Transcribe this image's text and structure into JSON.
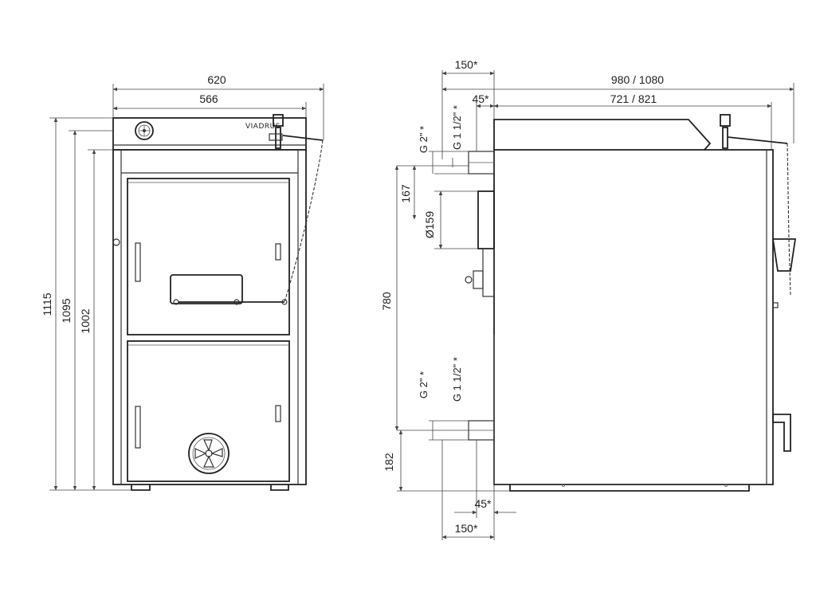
{
  "front_view": {
    "width_outer": "620",
    "width_inner": "566",
    "height_total": "1115",
    "height_mid": "1095",
    "height_body": "1002",
    "logo_text": "VIADRUS"
  },
  "side_view": {
    "depth_top_offset": "150*",
    "depth_total": "980 / 1080",
    "depth_inner_offset": "45*",
    "depth_body": "721 / 821",
    "pipe_top_1": "G 2\" *",
    "pipe_top_2": "G 1 1/2\" *",
    "spacing_167": "167",
    "flue_diameter": "Ø159",
    "height_780": "780",
    "pipe_bottom_1": "G 2\" *",
    "pipe_bottom_2": "G 1 1/2\" *",
    "height_182": "182",
    "bottom_offset_45": "45*",
    "bottom_offset_150": "150*"
  },
  "colors": {
    "line": "#222222",
    "background": "#ffffff"
  }
}
